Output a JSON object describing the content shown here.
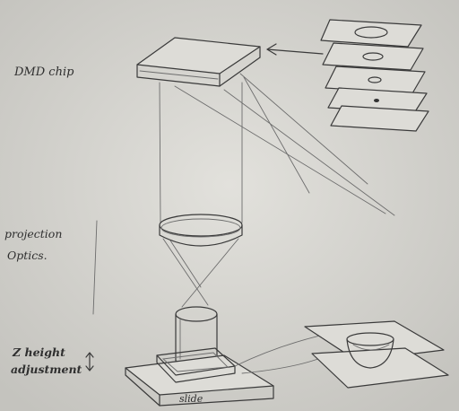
{
  "labels": {
    "dmd_chip": "DMD chip",
    "projection_line1": "projection",
    "projection_line2": "Optics.",
    "z_line1": "Z height",
    "z_line2": "adjustment",
    "slide": "slide"
  },
  "colors": {
    "paper": "#d7d6d1",
    "ink": "#3a3a3a"
  }
}
